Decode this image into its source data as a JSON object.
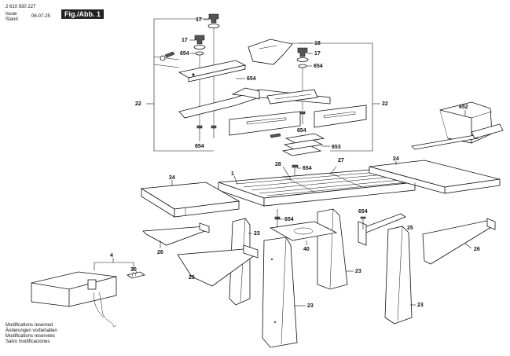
{
  "header": {
    "doc_number": "2 610 930 227",
    "issue_label": "Issue",
    "stand_label": "Stand",
    "date": "06-07-25",
    "figure": "Fig./Abb. 1"
  },
  "footer_notes": [
    "Modifications reserved",
    "Änderungen vorbehalten",
    "Modifications reservées",
    "Salvo modificaciones"
  ],
  "callouts": {
    "c17a": "17",
    "c17b": "17",
    "c17c": "17",
    "c654a": "654",
    "c654b": "654",
    "c654c": "654",
    "c654d": "654",
    "c654e": "654",
    "c654f": "654",
    "c654g": "654",
    "c18": "18",
    "c22a": "22",
    "c22b": "22",
    "c653": "653",
    "c652": "652",
    "c28": "28",
    "c27": "27",
    "c1": "1",
    "c24a": "24",
    "c24b": "24",
    "c23a": "23",
    "c23b": "23",
    "c23c": "23",
    "c23d": "23",
    "c25a": "25",
    "c25b": "25",
    "c26a": "26",
    "c26b": "26",
    "c40": "40",
    "c4": "4",
    "c30": "30"
  }
}
